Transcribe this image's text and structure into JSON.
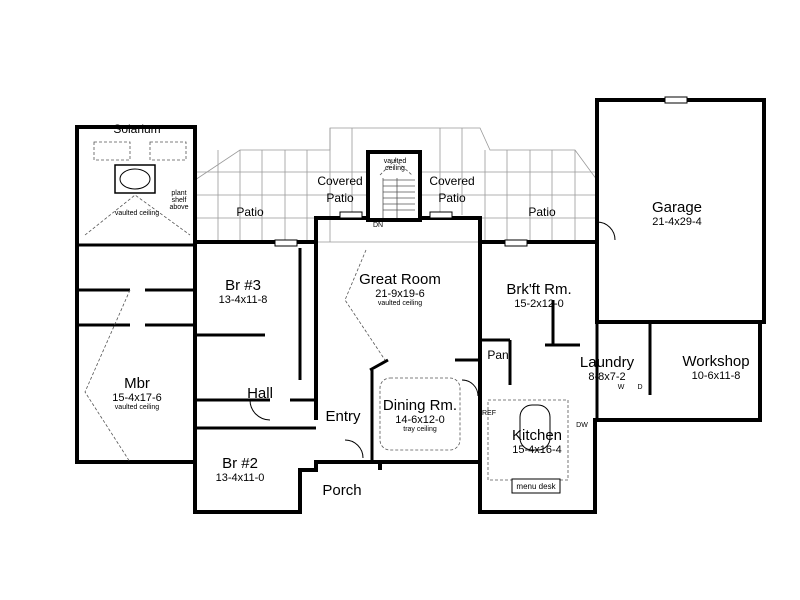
{
  "plan": {
    "rooms": [
      {
        "id": "solarium",
        "name": "Solarium",
        "dims": "",
        "note": ""
      },
      {
        "id": "mbr",
        "name": "Mbr",
        "dims": "15-4x17-6",
        "note": "vaulted ceiling"
      },
      {
        "id": "br3",
        "name": "Br #3",
        "dims": "13-4x11-8",
        "note": ""
      },
      {
        "id": "br2",
        "name": "Br #2",
        "dims": "13-4x11-0",
        "note": ""
      },
      {
        "id": "hall",
        "name": "Hall",
        "dims": "",
        "note": ""
      },
      {
        "id": "great-room",
        "name": "Great Room",
        "dims": "21-9x19-6",
        "note": "vaulted ceiling"
      },
      {
        "id": "entry",
        "name": "Entry",
        "dims": "",
        "note": ""
      },
      {
        "id": "porch",
        "name": "Porch",
        "dims": "",
        "note": ""
      },
      {
        "id": "dining",
        "name": "Dining Rm.",
        "dims": "14-6x12-0",
        "note": "tray ceiling"
      },
      {
        "id": "brkft",
        "name": "Brk'ft Rm.",
        "dims": "15-2x12-0",
        "note": ""
      },
      {
        "id": "pantry",
        "name": "Pan",
        "dims": "",
        "note": ""
      },
      {
        "id": "kitchen",
        "name": "Kitchen",
        "dims": "15-4x16-4",
        "note": ""
      },
      {
        "id": "laundry",
        "name": "Laundry",
        "dims": "8-8x7-2",
        "note": ""
      },
      {
        "id": "workshop",
        "name": "Workshop",
        "dims": "10-6x11-8",
        "note": ""
      },
      {
        "id": "garage",
        "name": "Garage",
        "dims": "21-4x29-4",
        "note": ""
      },
      {
        "id": "patio-left",
        "name": "Patio",
        "dims": "",
        "note": ""
      },
      {
        "id": "patio-right",
        "name": "Patio",
        "dims": "",
        "note": ""
      },
      {
        "id": "covered-patio-left",
        "name": "Covered Patio",
        "dims": "",
        "note": ""
      },
      {
        "id": "covered-patio-right",
        "name": "Covered Patio",
        "dims": "",
        "note": ""
      }
    ],
    "annotations": {
      "solarium_vault": "vaulted ceiling",
      "plant_shelf": "plant shelf above",
      "stair_vault": "vaulted ceiling",
      "stair_dn": "DN",
      "ref": "REF",
      "dw": "DW",
      "menu_desk": "menu desk",
      "washer": "W",
      "dryer": "D"
    }
  }
}
